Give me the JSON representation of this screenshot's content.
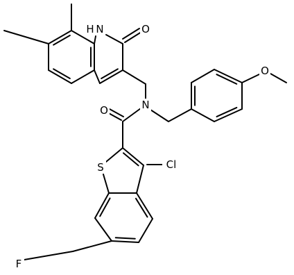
{
  "atoms": {
    "nh": "H",
    "n1": "N",
    "o_quinolinone": "O",
    "o_amide": "O",
    "n_amide": "N",
    "o_methoxy": "O",
    "s": "S",
    "cl": "Cl",
    "f": "F"
  },
  "colors": {
    "bond": "#000000",
    "label": "#000000",
    "background": "#ffffff"
  }
}
